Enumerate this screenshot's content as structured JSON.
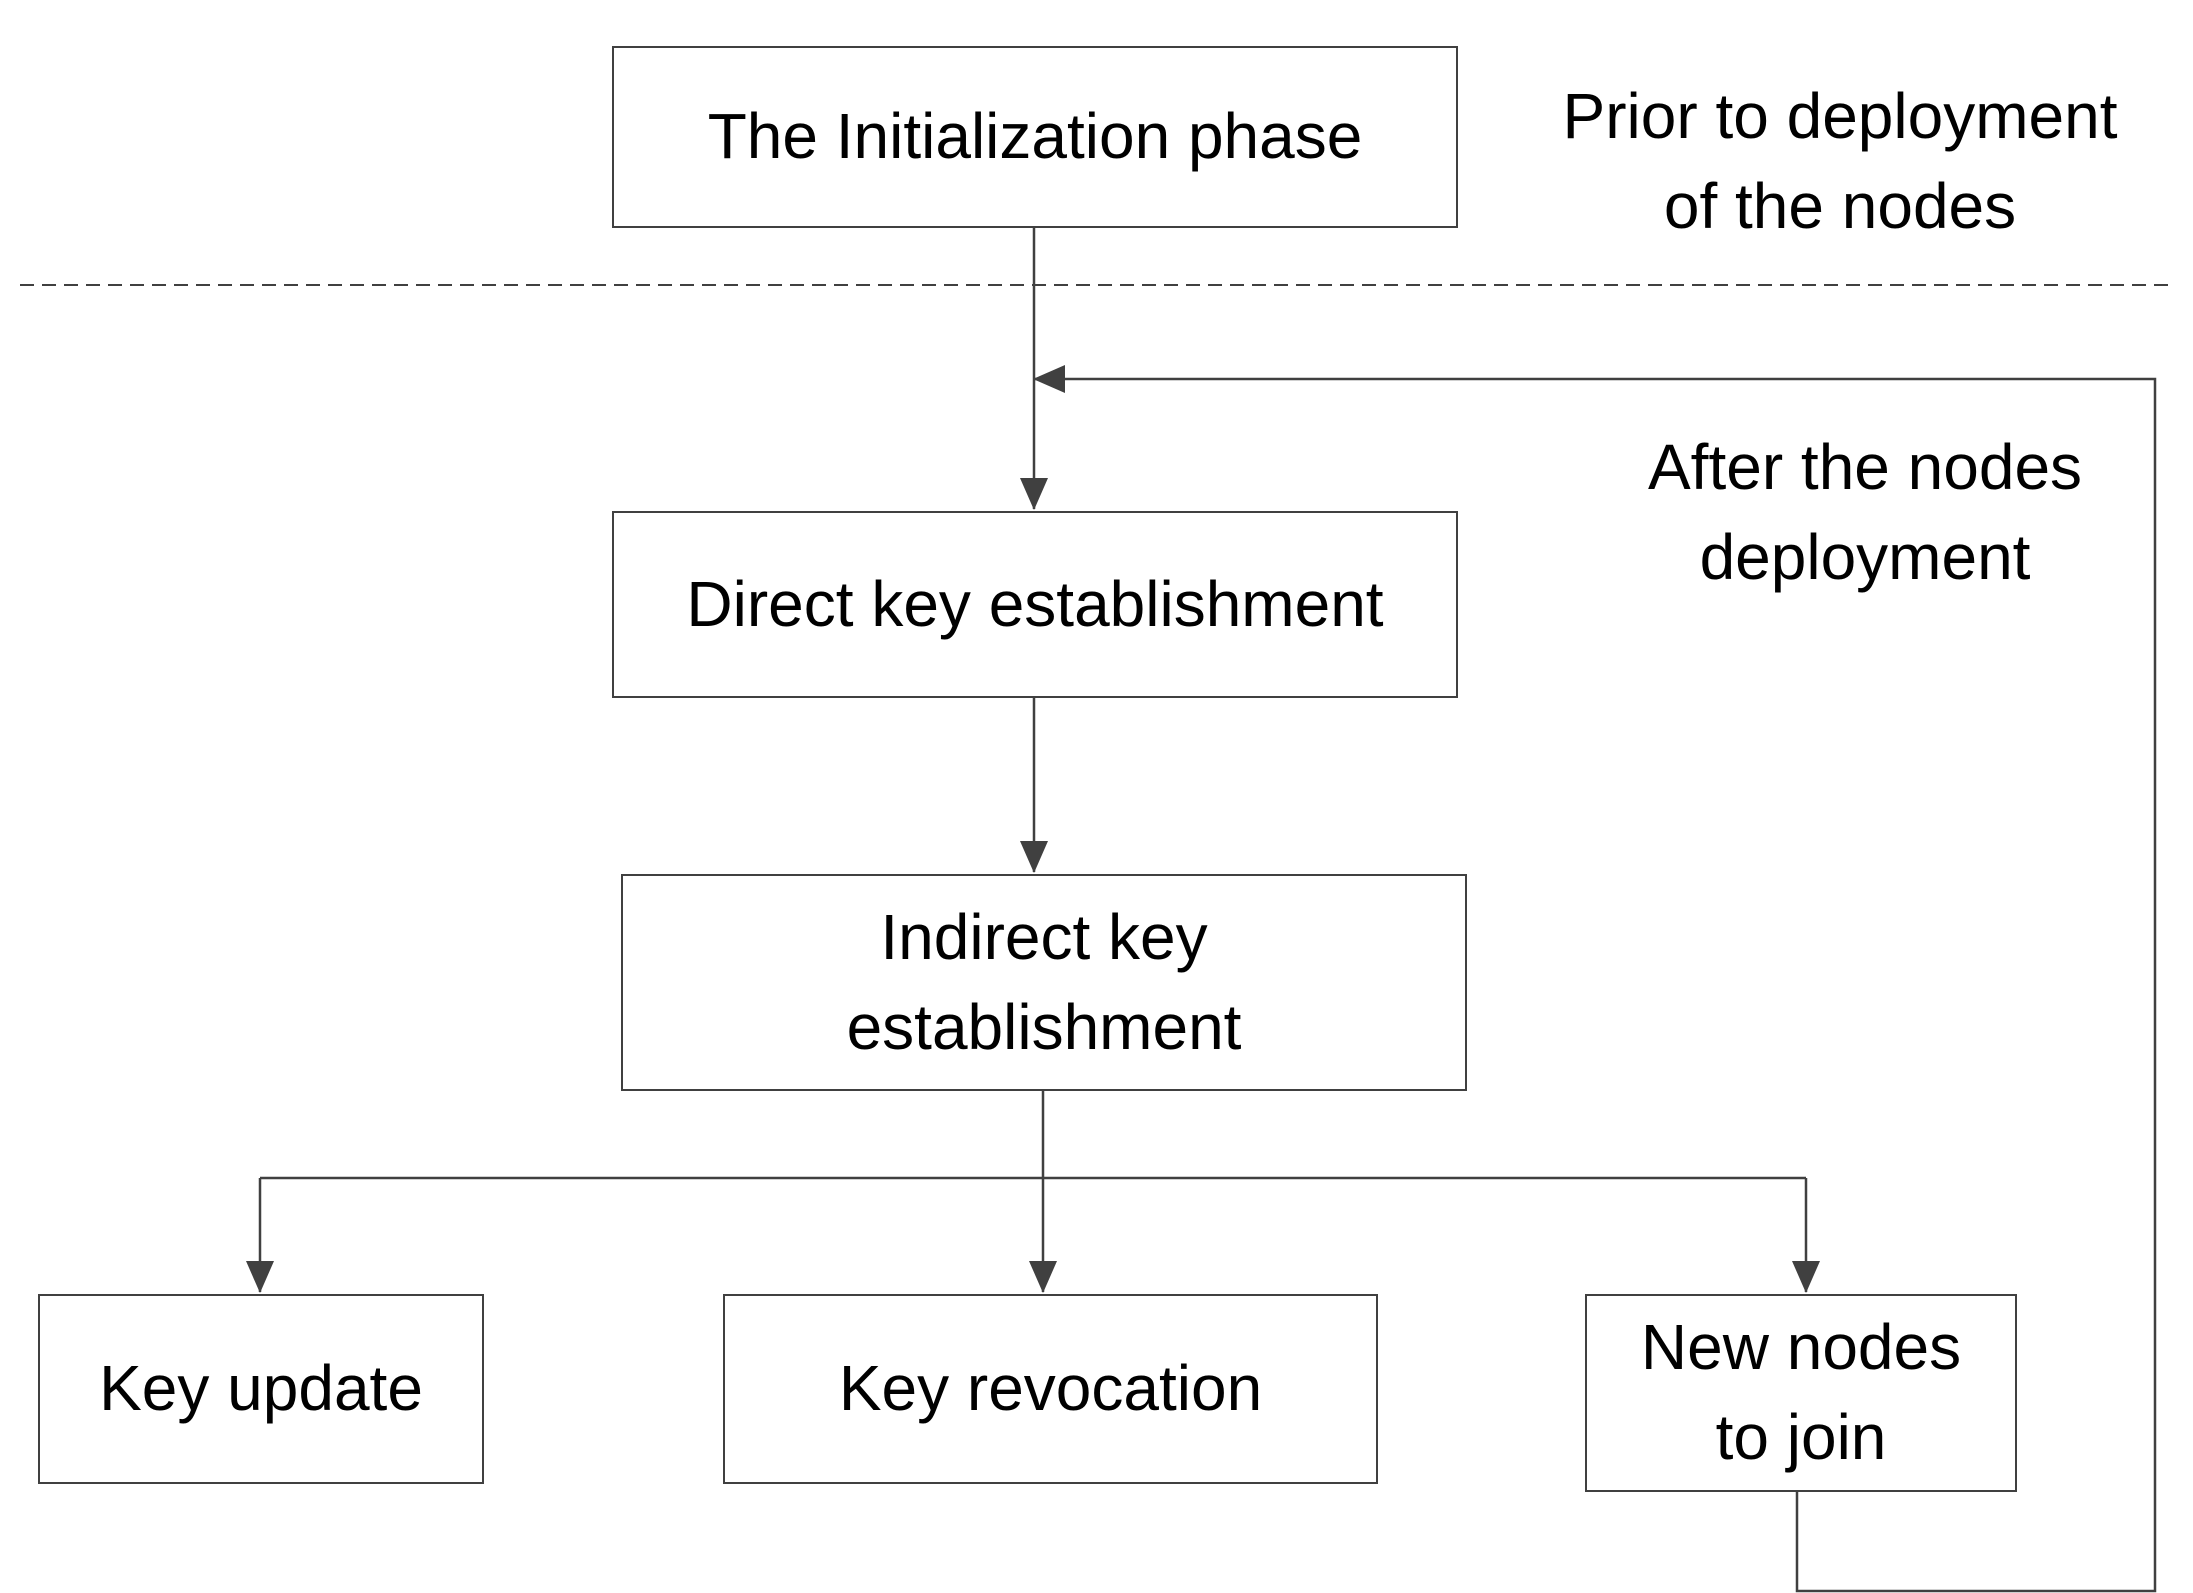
{
  "boxes": {
    "initialization": "The Initialization phase",
    "direct_key": "Direct key establishment",
    "indirect_key_line1": "Indirect key",
    "indirect_key_line2": "establishment",
    "key_update": "Key update",
    "key_revocation": "Key revocation",
    "new_nodes_line1": "New nodes",
    "new_nodes_line2": "to join"
  },
  "notes": {
    "prior_line1": "Prior to deployment",
    "prior_line2": "of the nodes",
    "after_line1": "After the nodes",
    "after_line2": "deployment"
  },
  "colors": {
    "line": "#404040",
    "text": "#000000",
    "background": "#ffffff"
  }
}
